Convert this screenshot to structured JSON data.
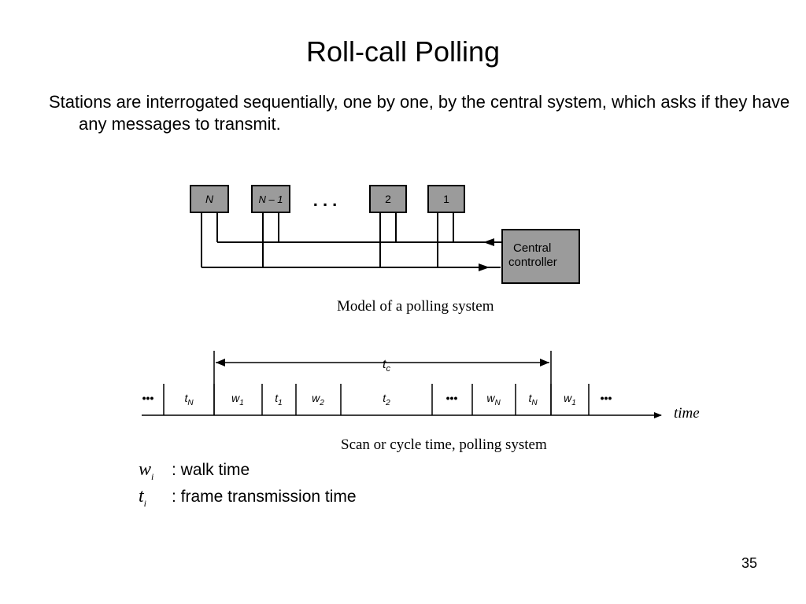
{
  "slide": {
    "title": "Roll-call Polling",
    "body": "Stations are interrogated sequentially, one by one, by the central system, which asks if they have any messages to transmit.",
    "page_number": "35"
  },
  "model_diagram": {
    "stations": [
      "N",
      "N – 1",
      "2",
      "1"
    ],
    "ellipsis": ". . .",
    "controller_line1": "Central",
    "controller_line2": "controller",
    "caption": "Model of a polling system"
  },
  "timeline": {
    "cycle_label": "t",
    "cycle_sub": "c",
    "segments": [
      {
        "base": "•••",
        "sub": ""
      },
      {
        "base": "t",
        "sub": "N"
      },
      {
        "base": "w",
        "sub": "1"
      },
      {
        "base": "t",
        "sub": "1"
      },
      {
        "base": "w",
        "sub": "2"
      },
      {
        "base": "t",
        "sub": "2"
      },
      {
        "base": "•••",
        "sub": ""
      },
      {
        "base": "w",
        "sub": "N"
      },
      {
        "base": "t",
        "sub": "N"
      },
      {
        "base": "w",
        "sub": "1"
      },
      {
        "base": "•••",
        "sub": ""
      }
    ],
    "axis_label": "time",
    "caption": "Scan or cycle time, polling system"
  },
  "legend": [
    {
      "symbol": "w",
      "sub": "i",
      "desc": ": walk time"
    },
    {
      "symbol": "t",
      "sub": "i",
      "desc": ": frame transmission time"
    }
  ]
}
